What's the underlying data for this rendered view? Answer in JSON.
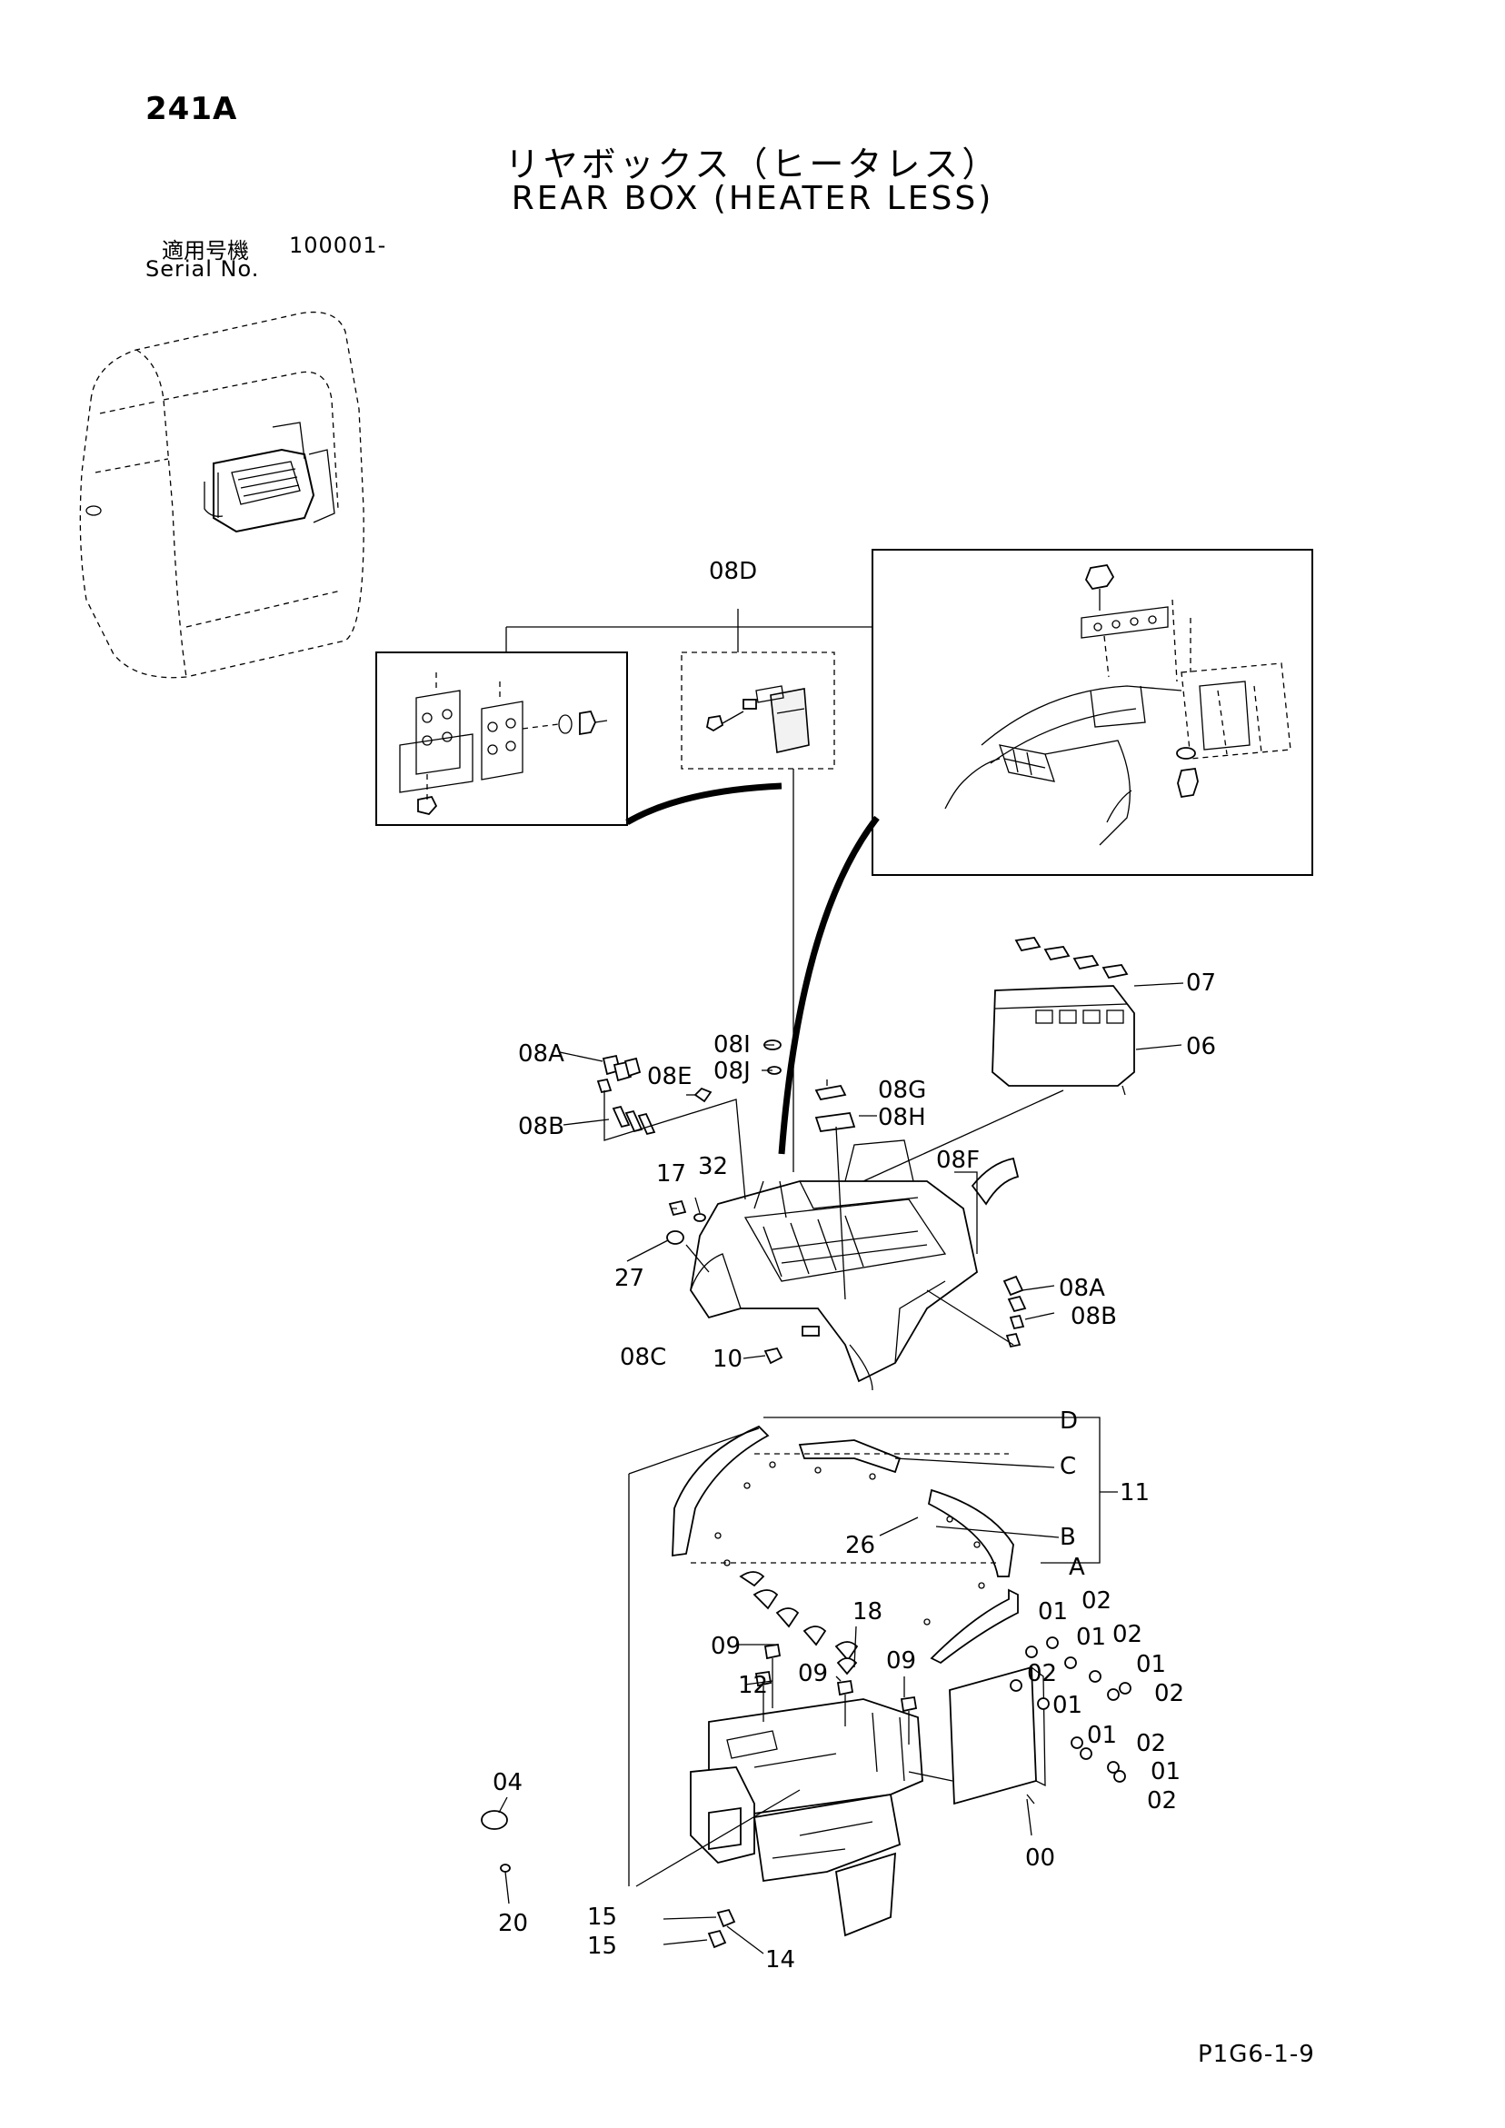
{
  "page": {
    "page_number": "241A",
    "title_jp": "リヤボックス（ヒータレス）",
    "title_en": "REAR BOX (HEATER LESS)",
    "serial_label_jp": "適用号機",
    "serial_value": "100001-",
    "serial_label_en": "Serial No.",
    "doc_code": "P1G6-1-9"
  },
  "callouts": {
    "c08D": "08D",
    "c07": "07",
    "c06": "06",
    "c08I": "08I",
    "c08J": "08J",
    "c08A_top": "08A",
    "c08E": "08E",
    "c08G": "08G",
    "c08H": "08H",
    "c08B_top": "08B",
    "c08F": "08F",
    "c17": "17",
    "c32": "32",
    "c27": "27",
    "c08A_right": "08A",
    "c08B_right": "08B",
    "c08C": "08C",
    "c10": "10",
    "cD": "D",
    "cC": "C",
    "cB": "B",
    "cA": "A",
    "c11": "11",
    "c26": "26",
    "c18": "18",
    "c09_a": "09",
    "c09_b": "09",
    "c09_c": "09",
    "c12": "12",
    "c01_a": "01",
    "c02_a": "02",
    "c01_b": "01",
    "c02_b": "02",
    "c02_c": "02",
    "c01_c": "01",
    "c02_d": "02",
    "c01_d": "01",
    "c01_e": "01",
    "c02_e": "02",
    "c01_f": "01",
    "c02_f": "02",
    "c00": "00",
    "c04": "04",
    "c20": "20",
    "c15_a": "15",
    "c15_b": "15",
    "c14": "14"
  }
}
